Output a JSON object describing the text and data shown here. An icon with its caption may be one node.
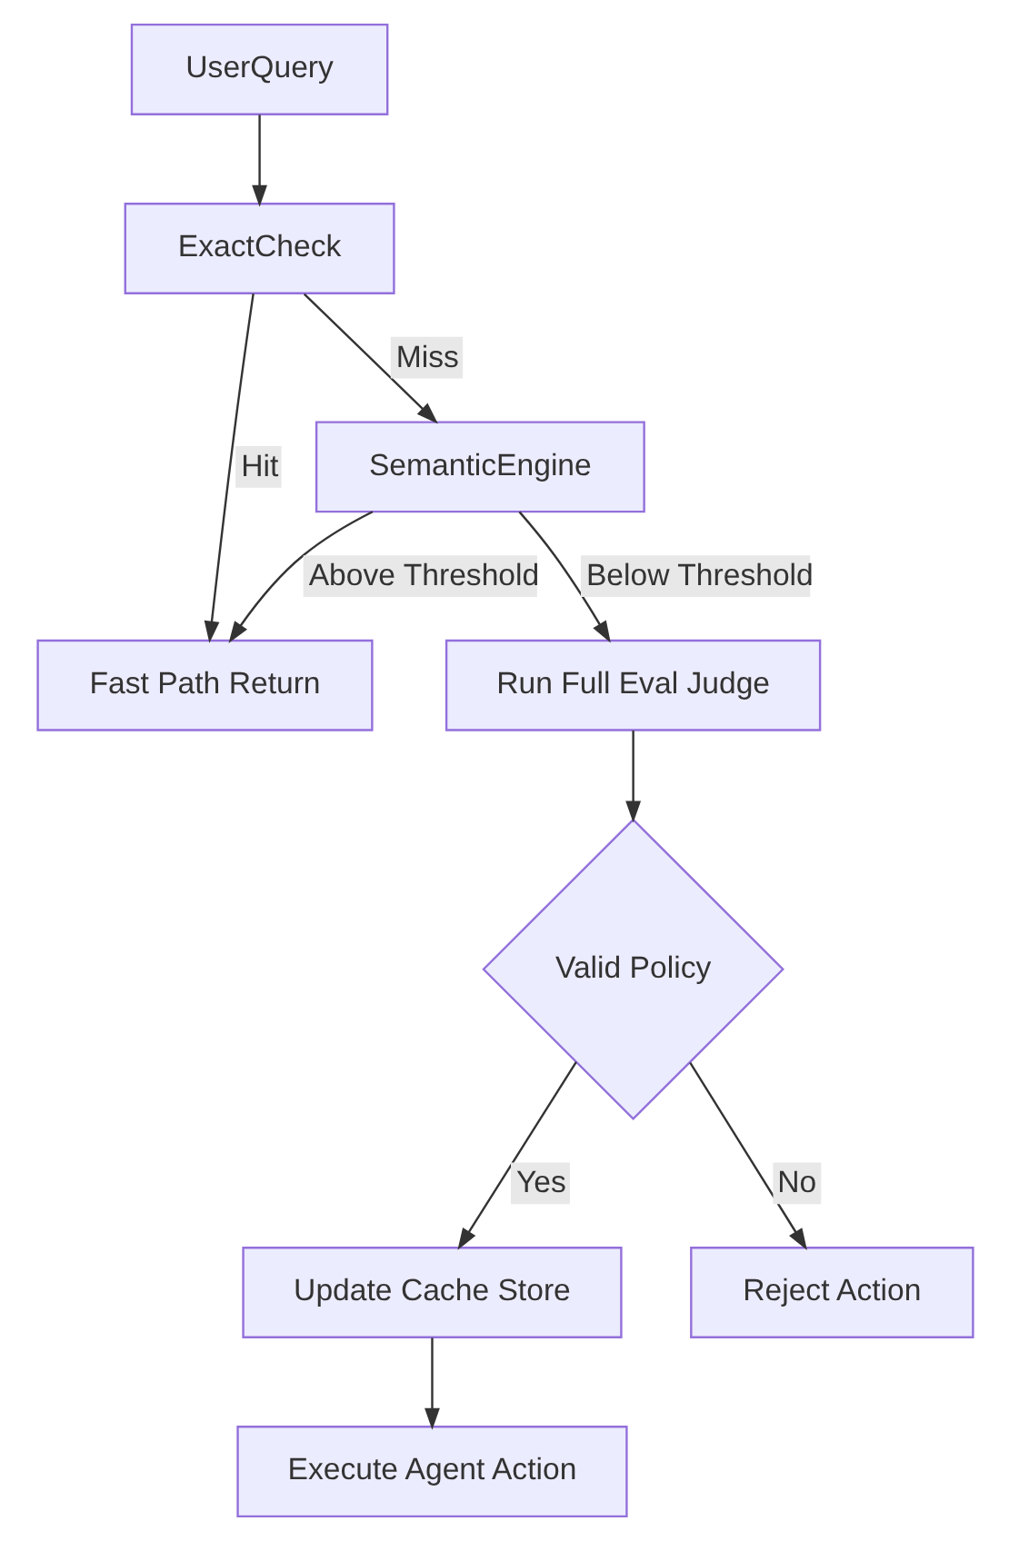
{
  "diagram": {
    "nodes": [
      {
        "text": [
          "UserQuery"
        ]
      },
      {
        "text": [
          "ExactCheck"
        ]
      },
      {
        "text": [
          "SemanticEngine"
        ]
      },
      {
        "text": [
          "Fast Path Return"
        ]
      },
      {
        "text": [
          "Run Full Eval Judge"
        ]
      },
      {
        "text": [
          "Valid Policy"
        ]
      },
      {
        "text": [
          "Update Cache Store"
        ]
      },
      {
        "text": [
          "Reject Action"
        ]
      },
      {
        "text": [
          "Execute Agent Action"
        ]
      }
    ],
    "edges": [
      {
        "from": 0,
        "to": 1,
        "arrow": "to"
      },
      {
        "from": 1,
        "to": 3,
        "arrow": "to",
        "label": "Hit"
      },
      {
        "from": 1,
        "to": 2,
        "arrow": "to",
        "label": "Miss"
      },
      {
        "from": 2,
        "to": 3,
        "arrow": "to",
        "label": "Above Threshold"
      },
      {
        "from": 2,
        "to": 4,
        "arrow": "to",
        "label": "Below Threshold"
      },
      {
        "from": 4,
        "to": 5,
        "arrow": "to"
      },
      {
        "from": 5,
        "to": 6,
        "arrow": "to",
        "label": "Yes"
      },
      {
        "from": 5,
        "to": 7,
        "arrow": "to",
        "label": "No"
      },
      {
        "from": 6,
        "to": 8,
        "arrow": "to"
      }
    ]
  }
}
